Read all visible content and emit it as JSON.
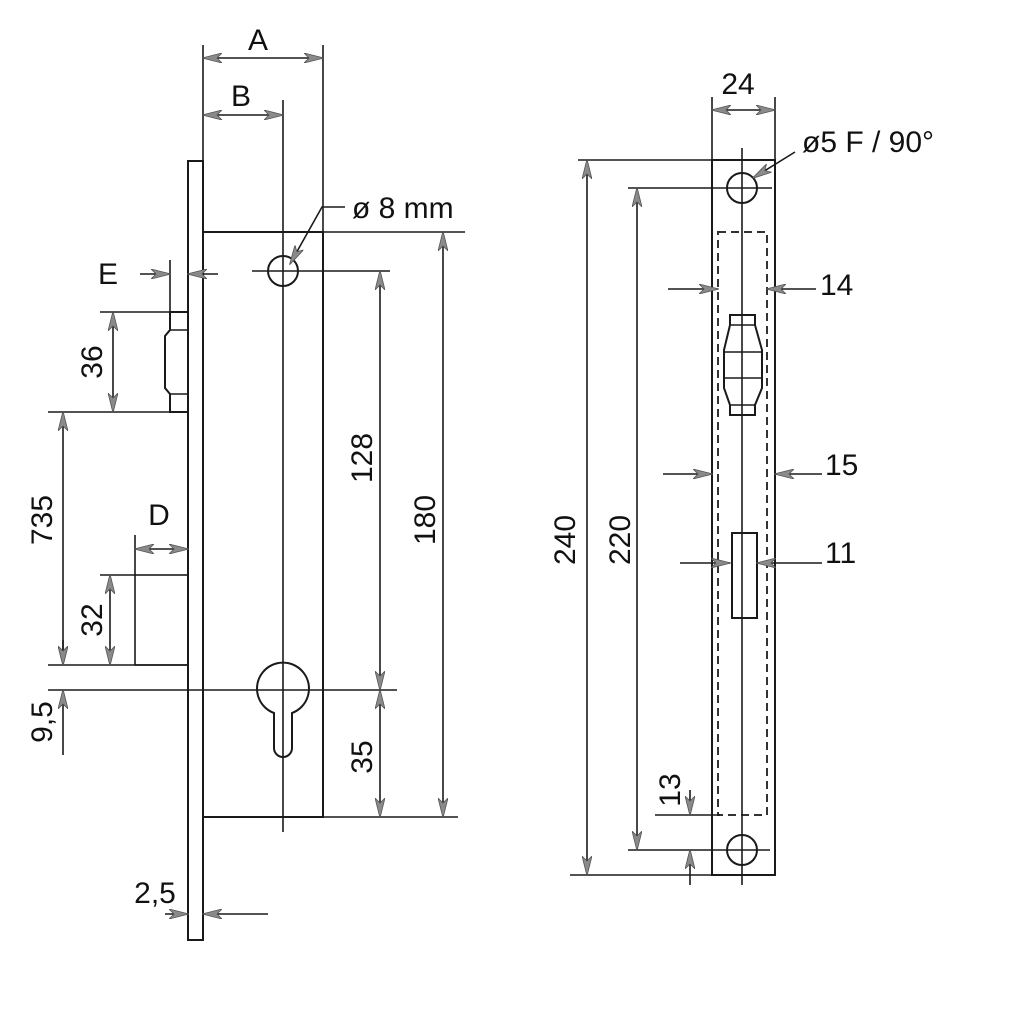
{
  "side_view": {
    "dim_A": "A",
    "dim_B": "B",
    "hole_label": "ø 8 mm",
    "dim_E": "E",
    "dim_36": "36",
    "dim_735": "735",
    "dim_D": "D",
    "dim_32": "32",
    "dim_9_5": "9,5",
    "dim_128": "128",
    "dim_180": "180",
    "dim_35": "35",
    "dim_2_5": "2,5"
  },
  "front_view": {
    "dim_24": "24",
    "hole_label": "ø5 F / 90°",
    "dim_14": "14",
    "dim_15": "15",
    "dim_11": "11",
    "dim_240": "240",
    "dim_220": "220",
    "dim_13": "13"
  },
  "colors": {
    "line": "#1a1a1a",
    "arrow": "#888888",
    "fill": "#e6e8e8"
  }
}
